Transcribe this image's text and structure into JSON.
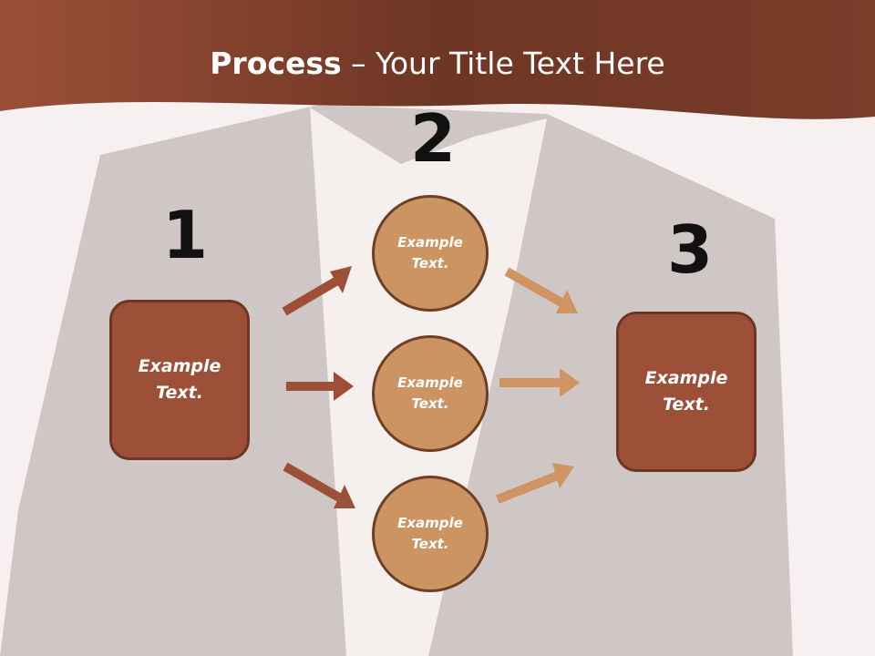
{
  "title": {
    "bold": "Process",
    "rest": " – Your Title Text Here"
  },
  "steps": [
    "1",
    "2",
    "3"
  ],
  "left_box": {
    "line1": "Example",
    "line2": "Text."
  },
  "circles": [
    {
      "line1": "Example",
      "line2": "Text."
    },
    {
      "line1": "Example",
      "line2": "Text."
    },
    {
      "line1": "Example",
      "line2": "Text."
    }
  ],
  "right_box": {
    "line1": "Example",
    "line2": "Text."
  },
  "colors": {
    "banner": "#7a3f2c",
    "box_fill": "#9d5038",
    "circle_fill": "#cd9463",
    "arrow_dark": "#9e4f37",
    "arrow_light": "#cf9462"
  }
}
